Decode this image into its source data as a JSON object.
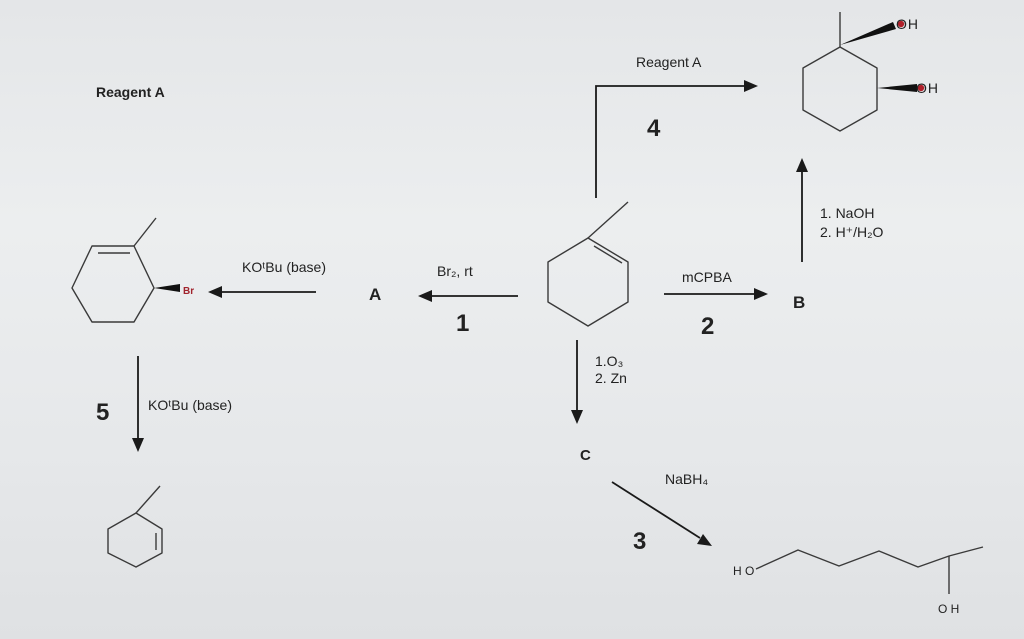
{
  "title": "Reagent A",
  "steps": {
    "s1": {
      "number": "1",
      "reagent": "Br₂, rt",
      "product": "A"
    },
    "s2": {
      "number": "2",
      "reagent": "mCPBA",
      "product": "B"
    },
    "s3": {
      "number": "3",
      "reagent": "NaBH₄"
    },
    "s4": {
      "number": "4",
      "reagent": "Reagent A"
    },
    "s5": {
      "number": "5",
      "reagent": "KOᵗBu (base)"
    },
    "ozonolysis": {
      "line1": "1.O₃",
      "line2": "2. Zn",
      "product": "C"
    },
    "hydrolysis": {
      "line1": "1.  NaOH",
      "line2": "2.  H⁺/H₂O"
    },
    "elimination": {
      "reagent": "KOᵗBu (base)"
    }
  },
  "atoms": {
    "br": "Br",
    "oh_top": "OH",
    "oh_right": "OH",
    "ho_chain": "H O",
    "oh_chain": "O H"
  }
}
